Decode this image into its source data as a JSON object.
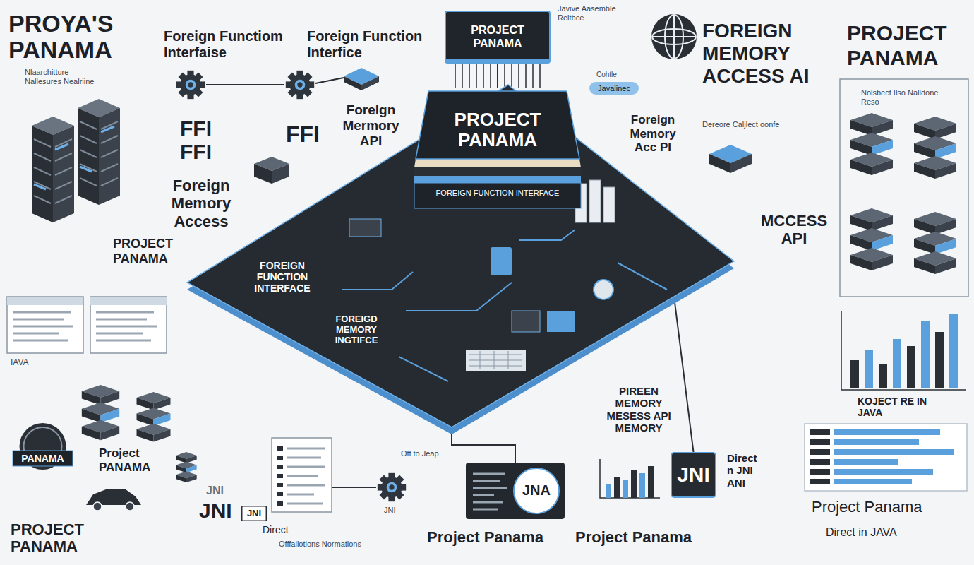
{
  "diagram": {
    "title": "PROYA'S PANAMA",
    "nodes": [
      {
        "text": [
          "PROJECT PANAMA"
        ]
      },
      {
        "text": [
          "Javalinec"
        ]
      },
      {
        "text": [
          "FOREIGN FUNCTION INTERFACE",
          "FOREIGD MEMORY INGTIFCE"
        ]
      },
      {
        "text": [
          "PROJECT PANAMA",
          "FOREIGN FUNCTION INTERFACE"
        ],
        "in": 2
      },
      {
        "text": [
          "PANAMA"
        ]
      },
      {
        "text": [
          "JNI"
        ]
      },
      {
        "text": [
          "JNA"
        ]
      },
      {
        "text": [
          "JNI"
        ]
      }
    ],
    "edges": [
      {
        "from": 0,
        "to": 3,
        "arrow": "none"
      },
      {
        "from": 2,
        "to": 5,
        "arrow": "none"
      },
      {
        "from": 2,
        "to": 6,
        "arrow": "none"
      }
    ],
    "labels": [
      "Nlaarchitture Nallesures Nealriine",
      "Foreign Functiom Interfaise",
      "Foreign Function Interfice",
      "Javive Aasemble Reltbce",
      "FOREIGN MEMORY ACCESS AI",
      "PROJECT PANAMA",
      "Cohtle",
      "FFI FFI",
      "FFI",
      "Foreign Mermory API",
      "Foreign Memory Acc PI",
      "Dereore Caljlect oonfe",
      "Nolsbect Ilso Nalldone Reso",
      "Foreign Memory Access",
      "PROJECT PANAMA",
      "MCCESS API",
      "IAVA",
      "KOJECT RE IN JAVA",
      "PIREEN MEMORY MESESS API MEMORY",
      "Project PANAMA",
      "Off to Jeap",
      "Direct n JNI ANI",
      "JNI",
      "JNI",
      "JNI",
      "Direct",
      "Offfaliotions Normations",
      "Project Panama",
      "Project Panama",
      "Project Panama",
      "Direct in JAVA",
      "PROJECT PANAMA"
    ]
  }
}
